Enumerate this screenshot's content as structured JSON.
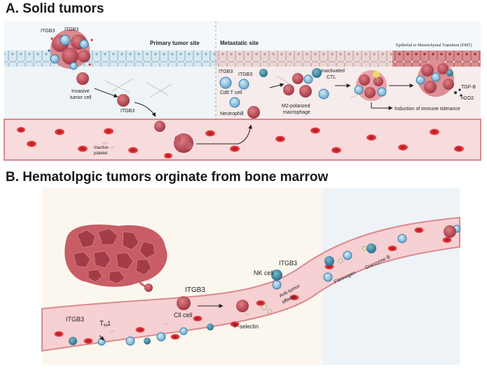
{
  "panelA": {
    "title": "A. Solid tumors",
    "primary_site": "Primary tumor site",
    "metastatic_site": "Metastatic site",
    "emt": "Epithelial to Mesenchymal Transition (EMT)",
    "itgb3_a": "ITGB3",
    "itgb3_b": "ITGB3",
    "itgb3_c": "ITGB3",
    "itgb3_d": "ITGB3",
    "itgb3_e": "ITGB3",
    "invasive_line1": "Invasive",
    "invasive_line2": "tumor cell",
    "inactive_line1": "Inactive",
    "inactive_line2": "platelet",
    "cd8": "Cd8 T cell",
    "neutrophil": "Neutrophill",
    "inactivated_line1": "Inactivated",
    "inactivated_line2": "CTL",
    "m2_line1": "M2-polarized",
    "m2_line2": "macrophage",
    "tolerance": "Induction of immune tolerance",
    "tgfb": "TGF-B",
    "h2o2": "H2O2"
  },
  "panelB": {
    "title": "B. Hematolpgic tumors orginate from bone marrow",
    "itgb3_left": "ITGB3",
    "th1_main": "T",
    "th1_sub": "H",
    "th1_num": "1",
    "itgb3_cll": "ITGB3",
    "cll": "Cll cell",
    "p_selectin": "P-selectin",
    "itgb3_nk": "ITGB3",
    "nk": "NK cell",
    "antitumor_line1": "Anti-tumor",
    "antitumor_line2": "effects",
    "fibrinogen": "Fibrinogen",
    "granzyme": "Granzyme B"
  },
  "colors": {
    "tumor": "#c0505a",
    "tumor_dark": "#8e2f3a",
    "vessel": "#f6d0d2",
    "vessel_edge": "#d98a90",
    "rbc": "#d3242c",
    "tcell": "#8fc3e0",
    "tcell_dark": "#3b7fae",
    "epithelium": "#cfe3ec",
    "stroma": "#e8d6d4"
  }
}
